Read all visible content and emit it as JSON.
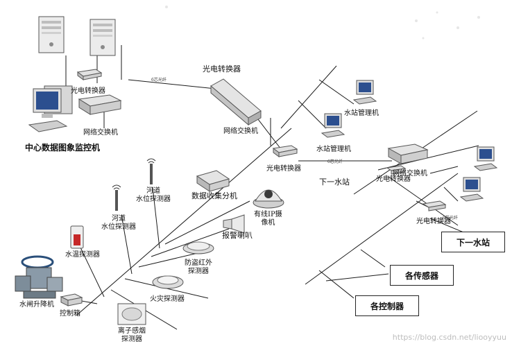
{
  "labels": {
    "center_monitor": "中心数据图象监控机",
    "network_switch_a": "网络交换机",
    "converter_top": "光电转换器",
    "converter_left": "光电转换器",
    "fiber_6core_a": "6芯光纤",
    "network_switch_b": "网络交换机",
    "converter_mid": "光电转换器",
    "fiber_6core_b": "6芯光纤",
    "next_station_mid": "下一水站",
    "station_pc_a": "水站管理机",
    "station_pc_b": "水站管理机",
    "network_switch_c": "网络交换机",
    "converter_right_b": "光电转换器",
    "converter_low": "光电转换器",
    "fiber_6core_c": "6芯光纤",
    "data_hub": "数据收集分机",
    "river_sensor_a": "河道\n水位探测器",
    "river_sensor_b": "河道\n水位探测器",
    "ip_camera": "有线IP摄\n像机",
    "alarm_speaker": "报警喇叭",
    "water_temp": "水温探测器",
    "infrared": "防盗红外\n探测器",
    "fire_detector": "火灾探测器",
    "sluice_gate": "水闸升降机",
    "control_box": "控制箱",
    "ion_smoke": "离子感烟\n探测器"
  },
  "boxes": {
    "next_station_right": "下一水站",
    "sensors": "各传感器",
    "controllers": "各控制器"
  },
  "watermark": "https://blog.csdn.net/liooyyuu",
  "colors": {
    "line": "#1a1a1a",
    "device_gray": "#c9c9c9",
    "screen_blue": "#2c4f8f",
    "alarm_red": "#c62828"
  }
}
